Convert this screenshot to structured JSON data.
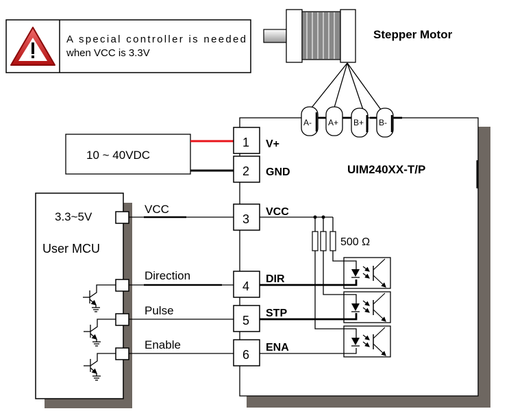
{
  "warning": {
    "icon": "warning-triangle-icon",
    "line1": "A special controller is needed",
    "line2": "when VCC is 3.3V"
  },
  "motor": {
    "title": "Stepper Motor",
    "pins": [
      "A-",
      "A+",
      "B+",
      "B-"
    ]
  },
  "power_supply": {
    "label": "10 ~ 40VDC",
    "positive_wire_color": "#e8141b",
    "negative_wire_color": "#000000"
  },
  "driver": {
    "model": "UIM240XX-T/P",
    "terminals": [
      {
        "number": "1",
        "name": "V+"
      },
      {
        "number": "2",
        "name": "GND"
      },
      {
        "number": "3",
        "name": "VCC"
      },
      {
        "number": "4",
        "name": "DIR"
      },
      {
        "number": "5",
        "name": "STP"
      },
      {
        "number": "6",
        "name": "ENA"
      }
    ],
    "resistor_label": "500 Ω"
  },
  "mcu": {
    "title": "User MCU",
    "supply_label": "3.3~5V",
    "signals": [
      "VCC",
      "Direction",
      "Pulse",
      "Enable"
    ]
  },
  "colors": {
    "shadow": "#6e6761",
    "line": "#000000"
  }
}
